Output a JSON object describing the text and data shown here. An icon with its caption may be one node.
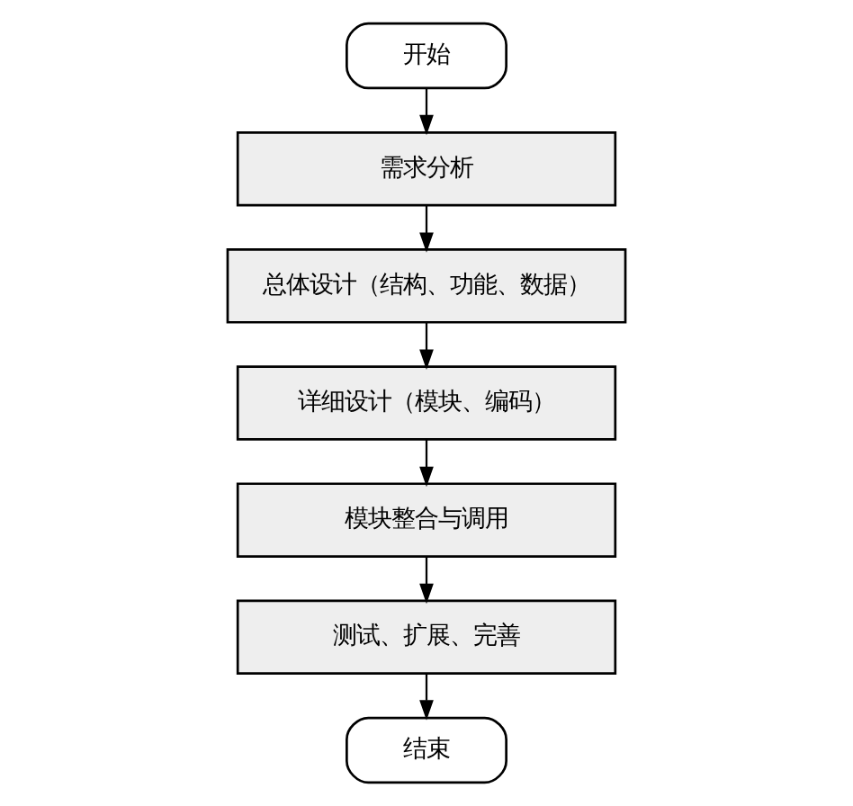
{
  "diagram": {
    "nodes": [
      {
        "text": [
          "开始"
        ]
      },
      {
        "text": [
          "需求分析"
        ]
      },
      {
        "text": [
          "总体设计（结构、功能、数据）"
        ]
      },
      {
        "text": [
          "详细设计（模块、编码）"
        ]
      },
      {
        "text": [
          "模块整合与调用"
        ]
      },
      {
        "text": [
          "测试、扩展、完善"
        ]
      },
      {
        "text": [
          "结束"
        ]
      }
    ],
    "edges": [
      {
        "from": 0,
        "to": 1,
        "arrow": "to"
      },
      {
        "from": 1,
        "to": 2,
        "arrow": "to"
      },
      {
        "from": 2,
        "to": 3,
        "arrow": "to"
      },
      {
        "from": 3,
        "to": 4,
        "arrow": "to"
      },
      {
        "from": 4,
        "to": 5,
        "arrow": "to"
      },
      {
        "from": 5,
        "to": 6,
        "arrow": "to"
      }
    ]
  }
}
